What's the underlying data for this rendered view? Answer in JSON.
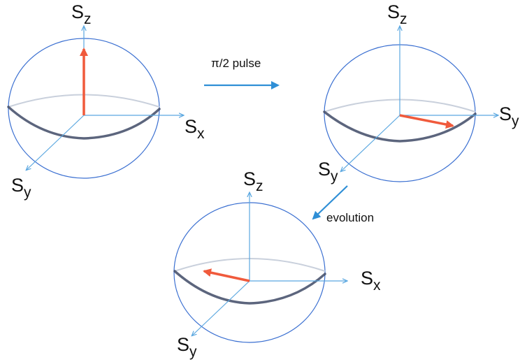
{
  "spheres": [
    {
      "id": "initial",
      "labels": {
        "z": {
          "base": "S",
          "sub": "z"
        },
        "x": {
          "base": "S",
          "sub": "x"
        },
        "y": {
          "base": "S",
          "sub": "y"
        }
      }
    },
    {
      "id": "after-pulse",
      "labels": {
        "z": {
          "base": "S",
          "sub": "z"
        },
        "x": {
          "base": "S",
          "sub": "y"
        },
        "y": {
          "base": "S",
          "sub": "y"
        }
      }
    },
    {
      "id": "after-evolution",
      "labels": {
        "z": {
          "base": "S",
          "sub": "z"
        },
        "x": {
          "base": "S",
          "sub": "x"
        },
        "y": {
          "base": "S",
          "sub": "y"
        }
      }
    }
  ],
  "steps": {
    "pulse": "π/2 pulse",
    "evolution": "evolution"
  },
  "colors": {
    "sphere": "#3a6fd1",
    "axis": "#5aa7e0",
    "arrow": "#f05a3c",
    "equator": "#3f4a66",
    "transition_arrow": "#2f8fd6"
  }
}
